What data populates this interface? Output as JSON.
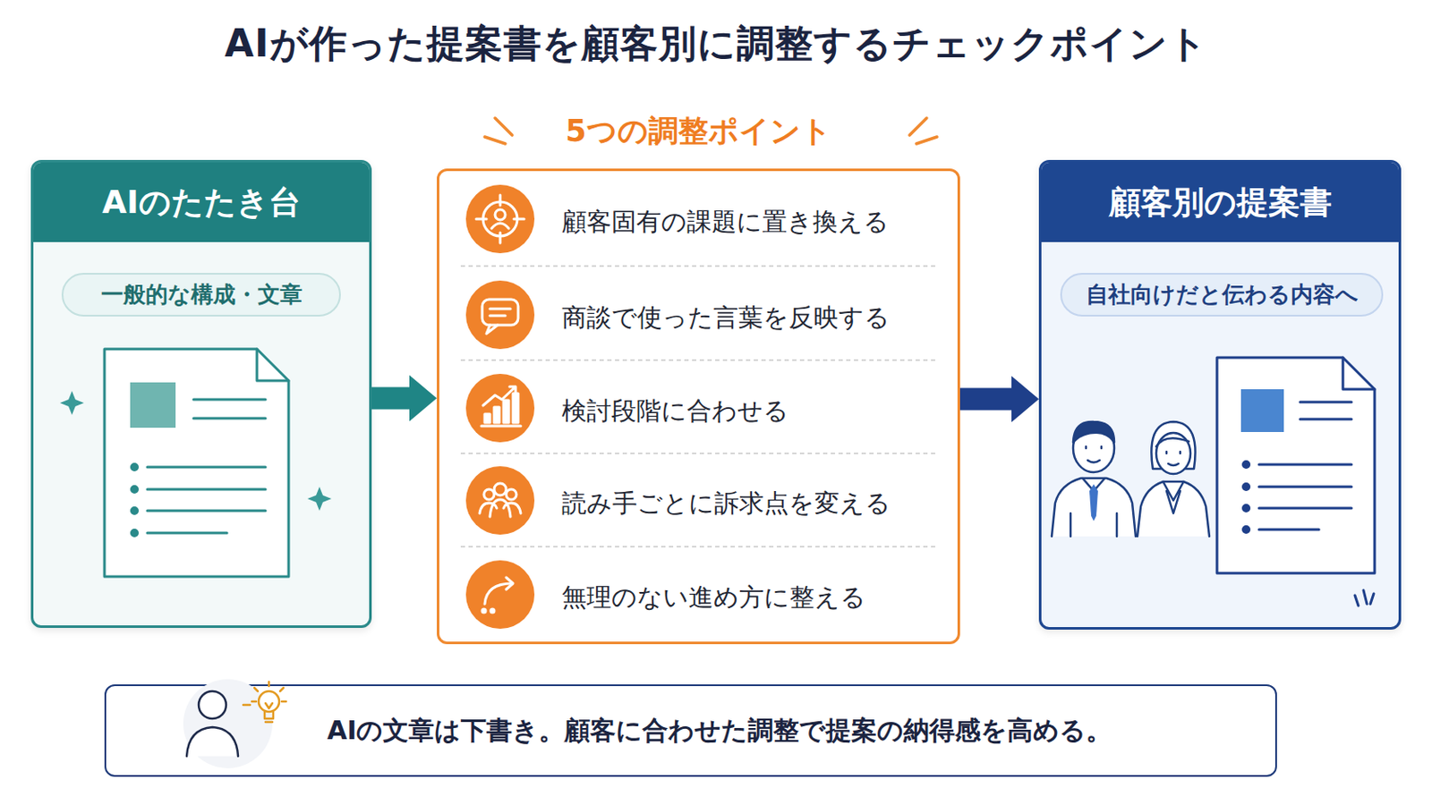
{
  "diagram": {
    "title": "AIが作った提案書を顧客別に調整するチェックポイント",
    "nodes": [
      {
        "text": [
          "AIのたたき台"
        ]
      },
      {
        "text": [
          "一般的な構成・文章"
        ],
        "in": 0
      },
      {
        "text": [
          "5つの調整ポイント",
          "顧客固有の課題に置き換える",
          "商談で使った言葉を反映する",
          "検討段階に合わせる",
          "読み手ごとに訴求点を変える",
          "無理のない進め方に整える"
        ]
      },
      {
        "text": [
          "顧客別の提案書"
        ]
      },
      {
        "text": [
          "自社向けだと伝わる内容へ"
        ],
        "in": 3
      },
      {
        "text": [
          "AIの文章は下書き。顧客に合わせた調整で提案の納得感を高める。"
        ]
      }
    ],
    "edges": [
      {
        "from": 0,
        "to": 2,
        "arrow": "to"
      },
      {
        "from": 2,
        "to": 3,
        "arrow": "to"
      }
    ]
  }
}
